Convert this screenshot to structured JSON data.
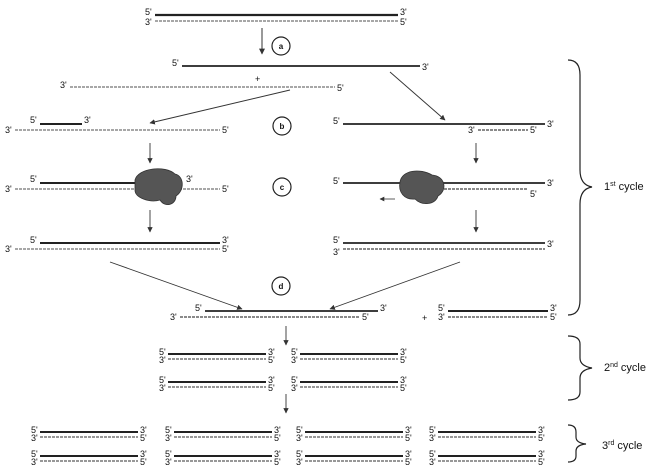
{
  "diagram": {
    "steps": [
      "a",
      "b",
      "c",
      "d"
    ],
    "end_labels": {
      "five": "5'",
      "three": "3'"
    },
    "plus": "+",
    "cycles": [
      {
        "main": "1",
        "sup": "st",
        "word": "cycle"
      },
      {
        "main": "2",
        "sup": "nd",
        "word": "cycle"
      },
      {
        "main": "3",
        "sup": "rd",
        "word": "cycle"
      }
    ]
  },
  "colors": {
    "strand_dark": "#222222",
    "strand_light": "#8a8a8a",
    "enzyme": "#555555",
    "arrow": "#333333"
  }
}
